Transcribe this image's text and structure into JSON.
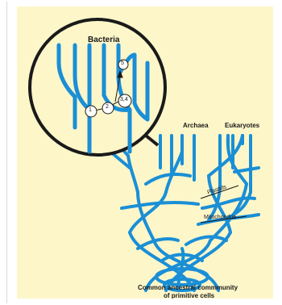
{
  "diagram": {
    "title_circle": "Bacteria",
    "label_archaea": "Archaea",
    "label_eukaryotes": "Eukaryotes",
    "label_plastids": "Plastids",
    "label_mitochondria": "Mitochondria",
    "caption_line1": "Common ancestral commmunity",
    "caption_line2": "of primitive cells",
    "nodes": [
      "1",
      "2",
      "3,4",
      "5"
    ],
    "colors": {
      "background": "#fdf6c9",
      "branches": "#1a8fd6",
      "outline": "#1a1a1a"
    }
  }
}
